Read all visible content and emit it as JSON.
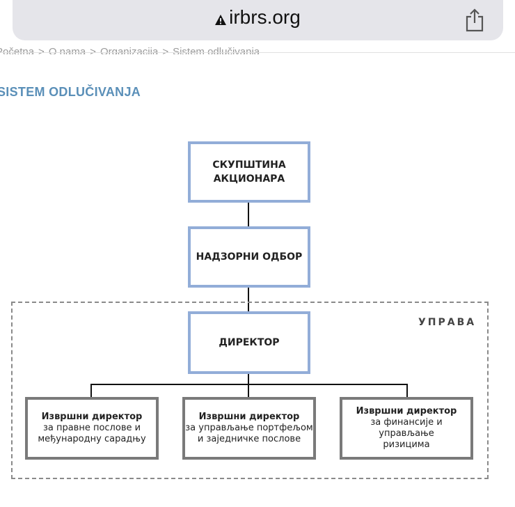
{
  "browser": {
    "url": "irbrs.org"
  },
  "breadcrumb": {
    "home": "Početna",
    "about": "O nama",
    "org": "Organizacija",
    "current": "Sistem odlučivanja",
    "sep": ">"
  },
  "page": {
    "title": "SISTEM ODLUČIVANJA"
  },
  "org_chart": {
    "assembly": {
      "line1": "СКУПШТИНА",
      "line2": "АКЦИОНАРА"
    },
    "board": "НАДЗОРНИ ОДБОР",
    "director": "ДИРЕКТОР",
    "management_label": "УПРАВА",
    "executives": [
      {
        "title": "Извршни директор",
        "line1": "за правне послове и",
        "line2": "међународну сарадњу"
      },
      {
        "title": "Извршни директор",
        "line1": "за управљање портфељом",
        "line2": "и заједничке послове"
      },
      {
        "title": "Извршни директор",
        "line1": "за финансије и управљање",
        "line2": "ризицима"
      }
    ]
  },
  "colors": {
    "top_box_border": "#92add8",
    "exec_box_border": "#7a7a7a",
    "title": "#5a8fb8"
  },
  "icons": {
    "warning": "warning-icon",
    "share": "share-icon"
  }
}
